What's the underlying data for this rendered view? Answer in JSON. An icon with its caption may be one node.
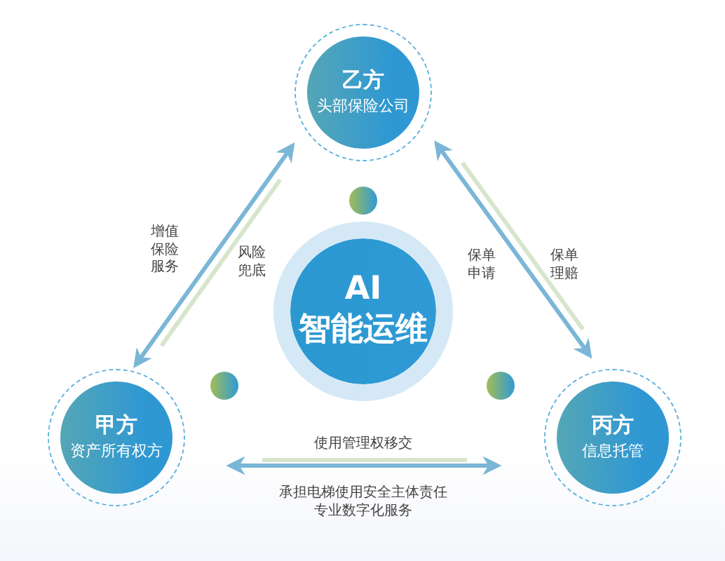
{
  "diagram": {
    "nodes": [
      {
        "text": [
          "乙方",
          "头部保险公司"
        ]
      },
      {
        "text": [
          "AI",
          "智能运维"
        ]
      },
      {
        "text": [
          "甲方",
          "资产所有权方"
        ]
      },
      {
        "text": [
          "丙方",
          "信息托管"
        ]
      }
    ],
    "edges": [
      {
        "from": 2,
        "to": 0,
        "arrow": "both"
      },
      {
        "from": 0,
        "to": 3,
        "arrow": "both"
      },
      {
        "from": 3,
        "to": 2,
        "arrow": "both"
      }
    ],
    "labels": [
      "增值保险服务",
      "风险兜底",
      "保单申请",
      "保单理赔",
      "使用管理权移交",
      "承担电梯使用安全主体责任",
      "专业数字化服务"
    ]
  }
}
